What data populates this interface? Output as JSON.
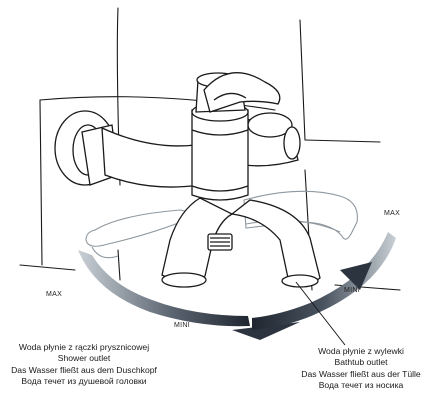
{
  "labels": {
    "max_right": "MAX",
    "mini_right": "MINI",
    "max_left": "MAX",
    "mini_left": "MINI"
  },
  "captions": {
    "shower": [
      "Woda płynie z rączki prysznicowej",
      "Shower outlet",
      "Das Wasser fließt aus dem Duschkopf",
      "Вода течет из душевой головки"
    ],
    "bathtub": [
      "Woda płynie z wylewki",
      "Bathtub outlet",
      "Das Wasser fließt aus der Tülle",
      "Вода течет из носика"
    ]
  },
  "colors": {
    "line": "#1a1a1a",
    "ghost_line": "#9aa2a8",
    "arrow_dark": "#2c3440",
    "arrow_light": "#b8c0c8"
  },
  "icons": [
    "faucet-illustration",
    "rotation-arrow-icon"
  ]
}
